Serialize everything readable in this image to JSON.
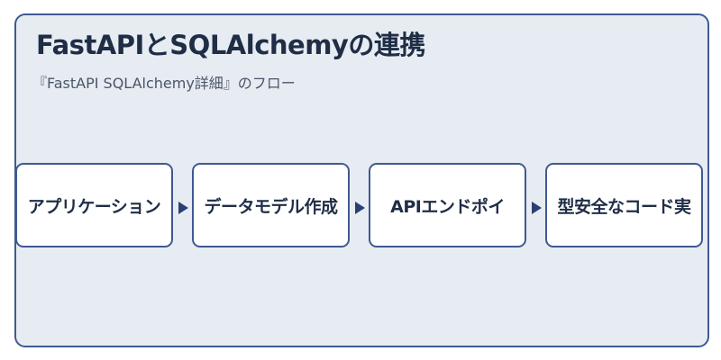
{
  "header": {
    "title": "FastAPIとSQLAlchemyの連携",
    "subtitle": "『FastAPI SQLAlchemy詳細』のフロー"
  },
  "flow": {
    "steps": [
      {
        "label": "アプリケーション"
      },
      {
        "label": "データモデル作成"
      },
      {
        "label": "APIエンドポイ"
      },
      {
        "label": "型安全なコード実"
      }
    ]
  },
  "colors": {
    "panel_background": "#e7ecf2",
    "border": "#3f5a92",
    "arrow": "#2c3f73",
    "text": "#1f2d46"
  }
}
